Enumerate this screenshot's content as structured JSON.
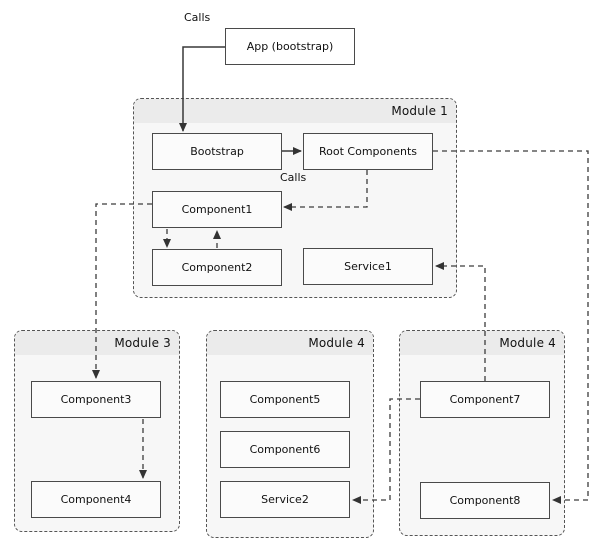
{
  "modules": {
    "module1": {
      "title": "Module 1"
    },
    "module3": {
      "title": "Module 3"
    },
    "module4_middle": {
      "title": "Module 4"
    },
    "module4_right": {
      "title": "Module 4"
    }
  },
  "nodes": {
    "app": {
      "label": "App (bootstrap)"
    },
    "bootstrap": {
      "label": "Bootstrap"
    },
    "root_components": {
      "label": "Root Components"
    },
    "component1": {
      "label": "Component1"
    },
    "component2": {
      "label": "Component2"
    },
    "service1": {
      "label": "Service1"
    },
    "component3": {
      "label": "Component3"
    },
    "component4": {
      "label": "Component4"
    },
    "component5": {
      "label": "Component5"
    },
    "component6": {
      "label": "Component6"
    },
    "service2": {
      "label": "Service2"
    },
    "component7": {
      "label": "Component7"
    },
    "component8": {
      "label": "Component8"
    }
  },
  "edges": [
    {
      "from": "app",
      "to": "bootstrap",
      "style": "solid",
      "label": "Calls"
    },
    {
      "from": "bootstrap",
      "to": "root_components",
      "style": "solid",
      "label": "Calls"
    },
    {
      "from": "root_components",
      "to": "component1",
      "style": "dashed"
    },
    {
      "from": "component1",
      "to": "component2",
      "style": "dashed"
    },
    {
      "from": "component2",
      "to": "component1",
      "style": "dashed"
    },
    {
      "from": "component1",
      "to": "component3",
      "style": "dashed"
    },
    {
      "from": "component3",
      "to": "component4",
      "style": "dashed"
    },
    {
      "from": "component7",
      "to": "service1",
      "style": "dashed"
    },
    {
      "from": "root_components",
      "to": "component8",
      "style": "dashed"
    },
    {
      "from": "component7",
      "to": "service2",
      "style": "dashed"
    }
  ],
  "colors": {
    "module_fill": "#f7f7f7",
    "module_header_fill": "#ebebeb",
    "module_border": "#555555",
    "node_fill": "#fbfbfb",
    "node_border": "#4a4a4a",
    "edge_color": "#383838",
    "text_color": "#111111"
  }
}
